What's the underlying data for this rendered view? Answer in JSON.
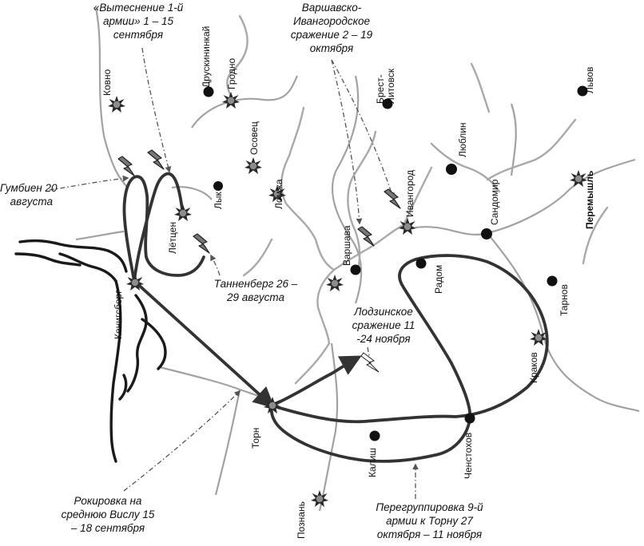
{
  "map": {
    "colors": {
      "river": "#a9a9a9",
      "frontier": "#a2a2a2",
      "route": "#333333",
      "coast": "#1a1a1a"
    },
    "cities": {
      "druskininkai": "Друскининкай",
      "kovno": "Ковно",
      "grodno": "Гродно",
      "osovets": "Осовец",
      "lomzha": "Ломжа",
      "lyk": "Лык",
      "brest": "Брест-\nЛитовск",
      "lublin": "Люблин",
      "lvov": "Львов",
      "ivangorod": "Ивангород",
      "sandomir": "Сандомир",
      "peremyshl": "Перемышль",
      "lyotsen": "Лётцен",
      "varshava": "Варшава",
      "radom": "Радом",
      "tarnov": "Тарнов",
      "kenigsberg": "Кенигсберг",
      "krakov": "Краков",
      "torn": "Торн",
      "kalish": "Калиш",
      "chenstokhov": "Ченстохов",
      "poznan": "Познань"
    },
    "annotations": {
      "vytesnenie": [
        "«Вытеснение 1-й",
        "армии» 1 – 15",
        "сентября"
      ],
      "varsh_ivang": [
        "Варшавско-",
        "Ивангородское",
        "сражение 2 – 19",
        "октября"
      ],
      "gumbinen": [
        "Гумбиен 20",
        "августа"
      ],
      "tannenberg": [
        "Танненберг  26 –",
        "29 августа"
      ],
      "lodz": [
        "Лодзинское",
        "сражение 11",
        "-24 ноября"
      ],
      "rokirovka": [
        "Рокировка на",
        "среднюю Вислу 15",
        "– 18 сентября"
      ],
      "peregruppirovka": [
        "Перегруппировка 9-й",
        "армии к Торну 27",
        "октября – 11 ноября"
      ]
    }
  }
}
